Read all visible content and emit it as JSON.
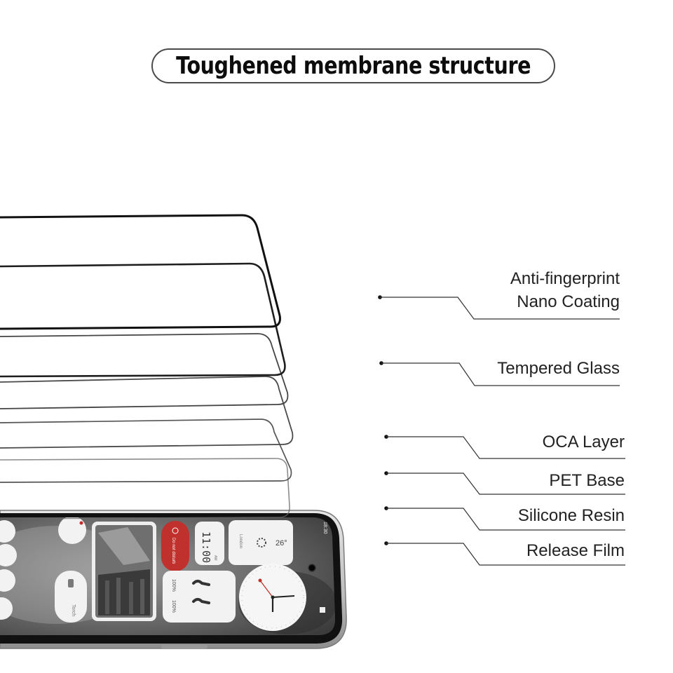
{
  "title": "Toughened membrane structure",
  "layers": [
    {
      "lines": [
        "Anti-fingerprint",
        "Nano Coating"
      ]
    },
    {
      "lines": [
        "Tempered Glass"
      ]
    },
    {
      "lines": [
        "OCA Layer"
      ]
    },
    {
      "lines": [
        "PET Base"
      ]
    },
    {
      "lines": [
        "Silicone Resin"
      ]
    },
    {
      "lines": [
        "Release Film"
      ]
    }
  ],
  "phone_screen": {
    "status_time": "18:30",
    "do_not_disturb": "Do not disturb",
    "clock": "11:00",
    "clock_suffix": "AM",
    "location": "London",
    "temperature": "26°",
    "torch": "Torch",
    "battery_left": "100%",
    "battery_right": "100%"
  },
  "colors": {
    "accent_red": "#c0302c",
    "film_edge": "#2a2a2a",
    "frame": "#cfcfcf"
  }
}
